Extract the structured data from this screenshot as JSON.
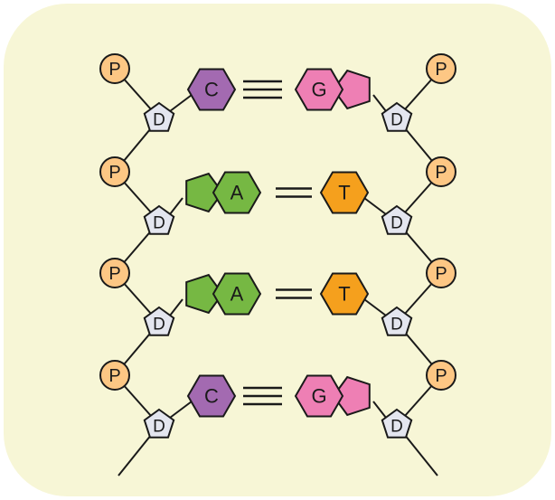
{
  "colors": {
    "background": "#f7f6d6",
    "phosphate": "#fdc784",
    "sugar": "#e4e6ef",
    "base_C": "#a36ab1",
    "base_G": "#ee7fb4",
    "base_A": "#76b843",
    "base_T": "#f5a01d",
    "stroke": "#1a1a1a"
  },
  "left_strand": {
    "phosphate_label": "P",
    "sugar_label": "D"
  },
  "right_strand": {
    "phosphate_label": "P",
    "sugar_label": "D"
  },
  "base_pairs": [
    {
      "left": "C",
      "right": "G",
      "hydrogen_bonds": 3
    },
    {
      "left": "A",
      "right": "T",
      "hydrogen_bonds": 2
    },
    {
      "left": "A",
      "right": "T",
      "hydrogen_bonds": 2
    },
    {
      "left": "C",
      "right": "G",
      "hydrogen_bonds": 3
    }
  ]
}
